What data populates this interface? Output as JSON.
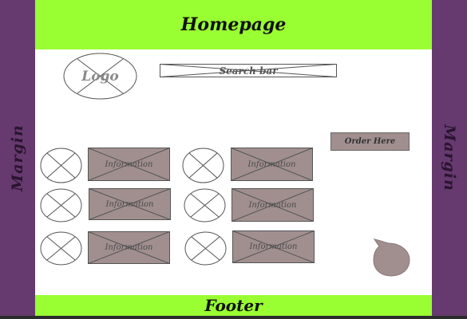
{
  "header": {
    "title": "Homepage"
  },
  "footer": {
    "title": "Footer"
  },
  "margins": {
    "left_label": "Margin",
    "right_label": "Margin"
  },
  "logo": {
    "label": "Logo"
  },
  "search": {
    "label": "Search bar"
  },
  "order": {
    "label": "Order Here"
  },
  "information_items": [
    {
      "label": "Information"
    },
    {
      "label": "Information"
    },
    {
      "label": "Information"
    },
    {
      "label": "Information"
    },
    {
      "label": "Information"
    },
    {
      "label": "Information"
    }
  ],
  "colors": {
    "header_green": "#99ff33",
    "margin_purple": "#663a6e",
    "info_box_fill": "#a18f8f",
    "bubble_fill": "#a18f8f"
  }
}
